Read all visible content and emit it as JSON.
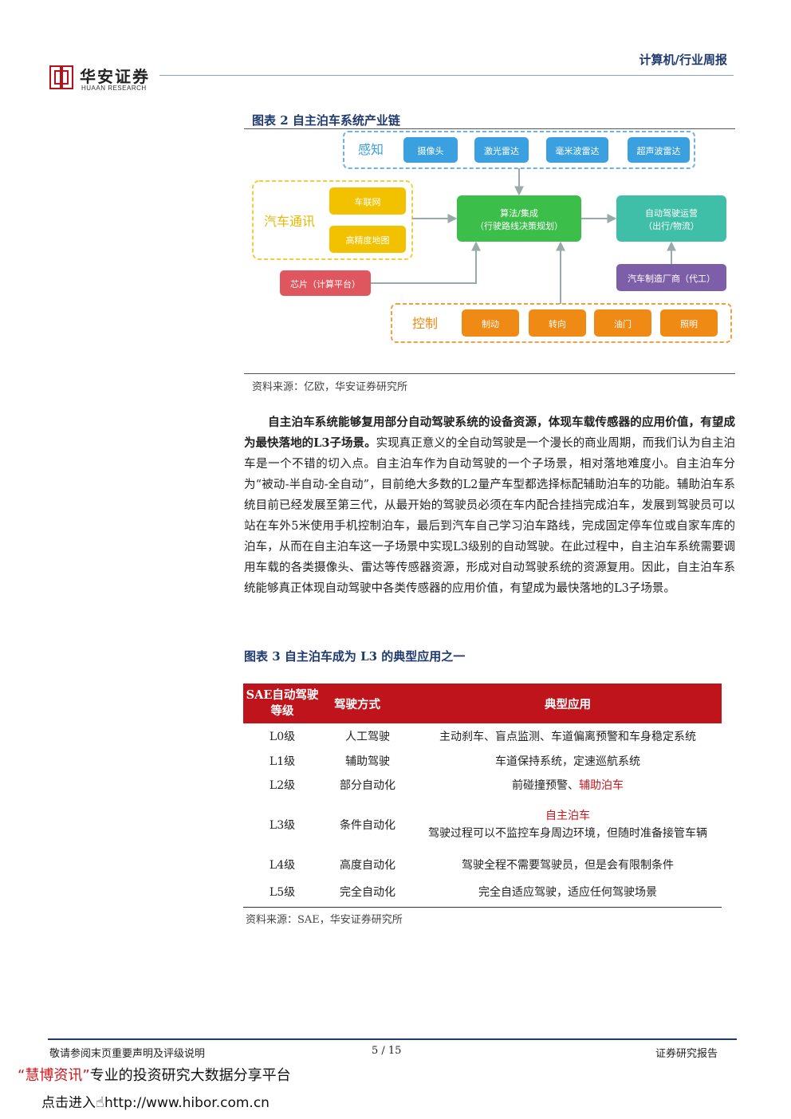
{
  "header": {
    "logo_cn": "华安证券",
    "logo_en": "HUAAN RESEARCH",
    "section": "计算机/行业周报"
  },
  "figure2": {
    "caption": "图表 2 自主泊车系统产业链",
    "perception_label": "感知",
    "perception_items": [
      "摄像头",
      "激光雷达",
      "毫米波雷达",
      "超声波雷达"
    ],
    "comm_label": "汽车通讯",
    "comm_items": [
      "车联网",
      "高精度地图"
    ],
    "chip": "芯片（计算平台）",
    "algo_line1": "算法/集成",
    "algo_line2": "（行驶路线决策规划）",
    "ops_line1": "自动驾驶运营",
    "ops_line2": "（出行/物流）",
    "oem": "汽车制造厂商（代工）",
    "control_label": "控制",
    "control_items": [
      "制动",
      "转向",
      "油门",
      "照明"
    ],
    "source": "资料来源：亿欧，华安证券研究所"
  },
  "paragraph": {
    "bold": "自主泊车系统能够复用部分自动驾驶系统的设备资源，体现车载传感器的应用价值，有望成为最快落地的L3子场景。",
    "text": "实现真正意义的全自动驾驶是一个漫长的商业周期，而我们认为自主泊车是一个不错的切入点。自主泊车作为自动驾驶的一个子场景，相对落地难度小。自主泊车分为“被动-半自动-全自动”，目前绝大多数的L2量产车型都选择标配辅助泊车的功能。辅助泊车系统目前已经发展至第三代，从最开始的驾驶员必须在车内配合挂挡完成泊车，发展到驾驶员可以站在车外5米使用手机控制泊车，最后到汽车自己学习泊车路线，完成固定停车位或自家车库的泊车，从而在自主泊车这一子场景中实现L3级别的自动驾驶。在此过程中，自主泊车系统需要调用车载的各类摄像头、雷达等传感器资源，形成对自动驾驶系统的资源复用。因此，自主泊车系统能够真正体现自动驾驶中各类传感器的应用价值，有望成为最快落地的L3子场景。"
  },
  "figure3": {
    "caption": "图表 3 自主泊车成为 L3 的典型应用之一",
    "headers": [
      "SAE自动驾驶等级",
      "驾驶方式",
      "典型应用"
    ],
    "rows": [
      {
        "level": "L0级",
        "mode": "人工驾驶",
        "app": "主动刹车、盲点监测、车道偏离预警和车身稳定系统"
      },
      {
        "level": "L1级",
        "mode": "辅助驾驶",
        "app": "车道保持系统，定速巡航系统"
      },
      {
        "level": "L2级",
        "mode": "部分自动化",
        "app_a": "前碰撞预警、",
        "app_b": "辅助泊车"
      },
      {
        "level": "L3级",
        "mode": "条件自动化",
        "app_red": "自主泊车",
        "app_rest": "驾驶过程可以不监控车身周边环境，但随时准备接管车辆"
      },
      {
        "level": "L4级",
        "mode": "高度自动化",
        "app": "驾驶全程不需要驾驶员，但是会有限制条件"
      },
      {
        "level": "L5级",
        "mode": "完全自动化",
        "app": "完全自适应驾驶，适应任何驾驶场景"
      }
    ],
    "source": "资料来源：SAE，华安证券研究所"
  },
  "footer": {
    "left": "敬请参阅末页重要声明及评级说明",
    "page": "5 / 15",
    "right": "证券研究报告"
  },
  "promo": {
    "line1_quote": "“慧博资讯”",
    "line1_rest": "专业的投资研究大数据分享平台",
    "line2": "点击进入",
    "url": "http://www.hibor.com.cn"
  },
  "colors": {
    "brand_red": "#c0141c",
    "navy": "#1f3a6e",
    "perception_blue": "#3aa0e0",
    "comm_yellow": "#f2c200",
    "algo_green": "#3cbf4a",
    "ops_teal": "#3fbfa8",
    "oem_purple": "#7d5ea8",
    "chip_red": "#e0565e",
    "control_orange": "#ef8a15"
  }
}
